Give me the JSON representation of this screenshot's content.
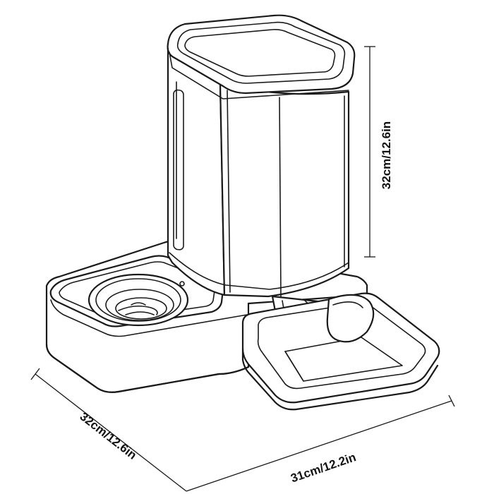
{
  "dimensions": {
    "height": "32cm/12.6in",
    "depth": "32cm/12.6in",
    "width": "31cm/12.2in"
  },
  "colors": {
    "line": "#1a1a1a",
    "background": "#ffffff"
  }
}
